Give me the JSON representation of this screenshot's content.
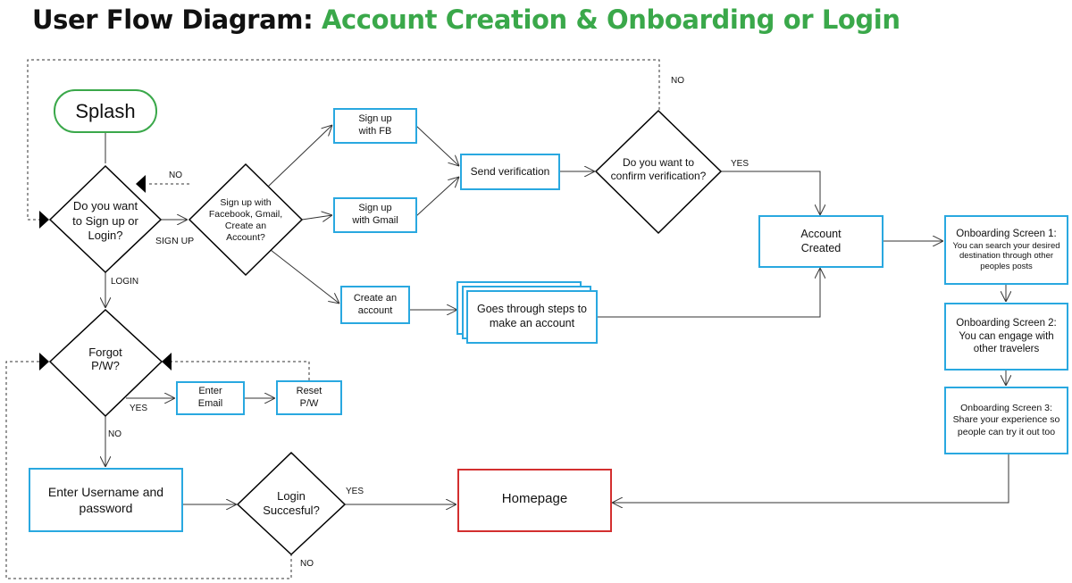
{
  "title": {
    "prefix": "User Flow Diagram:",
    "highlight": "Account Creation & Onboarding or Login",
    "prefix_color": "#111111",
    "highlight_color": "#3aa84a"
  },
  "colors": {
    "start_node": "#3aa84a",
    "process_node": "#29a8e0",
    "end_node": "#d32f2f",
    "decision_node": "#000000",
    "connector": "#333333"
  },
  "nodes": {
    "splash": "Splash",
    "d_signup_login": "Do you want\nto Sign up or\nLogin?",
    "d_social": "Sign up with\nFacebook, Gmail,\nCreate an\nAccount?",
    "signup_fb": "Sign up\nwith FB",
    "signup_gmail": "Sign up\nwith Gmail",
    "create_account": "Create an\naccount",
    "send_verification": "Send verification",
    "d_confirm": "Do you want to\nconfirm verification?",
    "steps": "Goes through steps to\nmake an account",
    "account_created": "Account\nCreated",
    "onboarding1_title": "Onboarding Screen 1:",
    "onboarding1_body": "You can search your desired\ndestination through other\npeoples posts",
    "onboarding2": "Onboarding Screen 2:\nYou can engage with\nother travelers",
    "onboarding3": "Onboarding Screen 3:\nShare your experience so\npeople can try it out too",
    "d_forgot": "Forgot\nP/W?",
    "enter_email": "Enter\nEmail",
    "reset_pw": "Reset\nP/W",
    "enter_username": "Enter Username and\npassword",
    "d_login_success": "Login\nSuccesful?",
    "homepage": "Homepage"
  },
  "edge_labels": {
    "no_top": "NO",
    "no_social": "NO",
    "sign_up": "SIGN UP",
    "yes_confirm": "YES",
    "login": "LOGIN",
    "yes_forgot": "YES",
    "no_forgot": "NO",
    "yes_login": "YES",
    "no_login": "NO"
  }
}
